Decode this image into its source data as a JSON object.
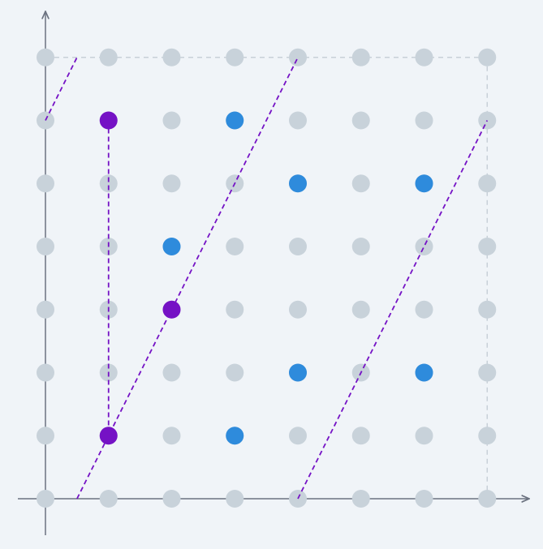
{
  "diagram": {
    "grid": {
      "cols": 8,
      "rows": 8
    },
    "colors": {
      "background": "#f0f4f8",
      "lattice_point": "#c8d2da",
      "blue_point": "#2e8bdc",
      "purple_point": "#7512c5",
      "purple_line": "#7512c5",
      "frame": "#c8d0d8",
      "axis": "#6b7280"
    },
    "blue_points": [
      [
        3,
        6
      ],
      [
        4,
        5
      ],
      [
        6,
        5
      ],
      [
        2,
        4
      ],
      [
        4,
        2
      ],
      [
        6,
        2
      ],
      [
        3,
        1
      ]
    ],
    "purple_points": [
      [
        1,
        6
      ],
      [
        2,
        3
      ],
      [
        1,
        1
      ]
    ],
    "purple_lines": [
      {
        "from": [
          1,
          6
        ],
        "to": [
          1,
          1
        ]
      },
      {
        "from": [
          0.5,
          0
        ],
        "to": [
          4,
          7
        ]
      },
      {
        "from": [
          0,
          6
        ],
        "to": [
          0.5,
          7
        ]
      },
      {
        "from": [
          4,
          0
        ],
        "to": [
          7,
          6
        ]
      }
    ],
    "frame": {
      "from": [
        0,
        0
      ],
      "to": [
        7,
        7
      ]
    }
  }
}
